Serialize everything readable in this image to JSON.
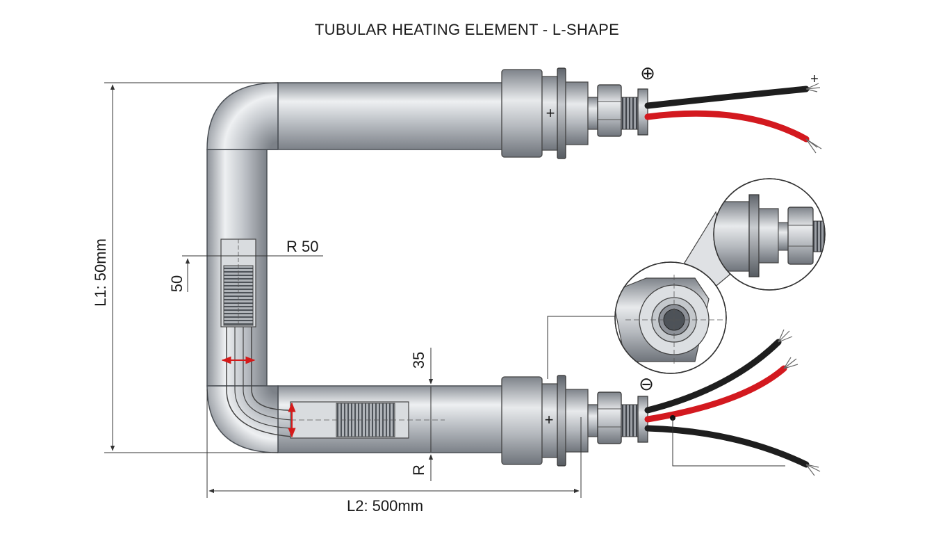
{
  "title": "TUBULAR HEATING ELEMENT - L-SHAPE",
  "dimensions": {
    "l1": "L1: 50mm",
    "l2": "L2: 500mm",
    "radius": "R 50",
    "fifty": "50",
    "thirtyfive": "35",
    "r_small": "R"
  },
  "terminals": {
    "top_plus_symbol": "⊕",
    "top_plus_wire": "+",
    "top_nut_plus": "+",
    "bottom_minus_symbol": "⊖",
    "bottom_nut_plus": "+"
  },
  "colors": {
    "tube": "#b8bcc2",
    "tube_highlight": "#eef0f2",
    "tube_shadow": "#7d8289",
    "wire_red": "#d3191f",
    "wire_black": "#1e1e1e",
    "dim_line": "#333333",
    "accent_red": "#d41a1a"
  }
}
